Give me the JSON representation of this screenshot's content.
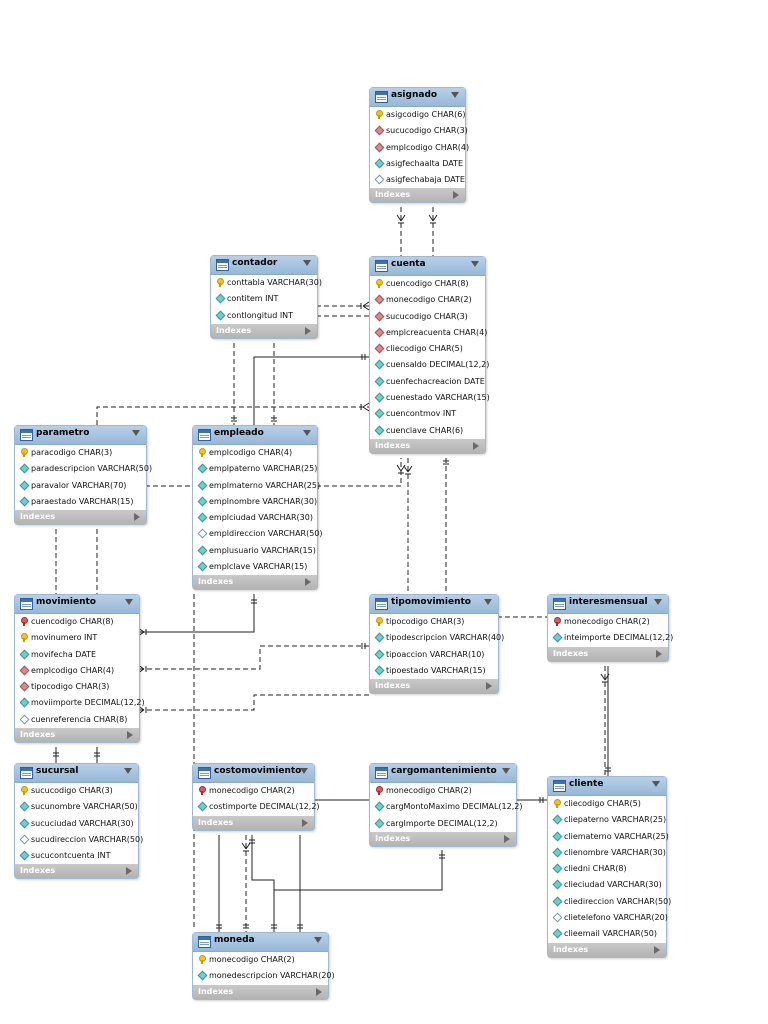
{
  "indexes_label": "Indexes",
  "tables": [
    {
      "id": "asignado",
      "name": "asignado",
      "columns": [
        {
          "text": "asigcodigo CHAR(6)",
          "icon": "pk"
        },
        {
          "text": "sucucodigo CHAR(3)",
          "icon": "fk"
        },
        {
          "text": "emplcodigo CHAR(4)",
          "icon": "fk"
        },
        {
          "text": "asigfechaalta DATE",
          "icon": "nn"
        },
        {
          "text": "asigfechabaja DATE",
          "icon": "col"
        }
      ]
    },
    {
      "id": "contador",
      "name": "contador",
      "columns": [
        {
          "text": "conttabla VARCHAR(30)",
          "icon": "pk"
        },
        {
          "text": "contitem INT",
          "icon": "nn"
        },
        {
          "text": "contlongitud INT",
          "icon": "nn"
        }
      ]
    },
    {
      "id": "cuenta",
      "name": "cuenta",
      "columns": [
        {
          "text": "cuencodigo CHAR(8)",
          "icon": "pk"
        },
        {
          "text": "monecodigo CHAR(2)",
          "icon": "fk"
        },
        {
          "text": "sucucodigo CHAR(3)",
          "icon": "fk"
        },
        {
          "text": "emplcreacuenta CHAR(4)",
          "icon": "fk"
        },
        {
          "text": "cliecodigo CHAR(5)",
          "icon": "fk"
        },
        {
          "text": "cuensaldo DECIMAL(12,2)",
          "icon": "nn"
        },
        {
          "text": "cuenfechacreacion DATE",
          "icon": "nn"
        },
        {
          "text": "cuenestado VARCHAR(15)",
          "icon": "nn"
        },
        {
          "text": "cuencontmov INT",
          "icon": "nn"
        },
        {
          "text": "cuenclave CHAR(6)",
          "icon": "nn"
        }
      ]
    },
    {
      "id": "parametro",
      "name": "parametro",
      "columns": [
        {
          "text": "paracodigo CHAR(3)",
          "icon": "pk"
        },
        {
          "text": "paradescripcion VARCHAR(50)",
          "icon": "nn"
        },
        {
          "text": "paravalor VARCHAR(70)",
          "icon": "nn"
        },
        {
          "text": "paraestado VARCHAR(15)",
          "icon": "nn"
        }
      ]
    },
    {
      "id": "empleado",
      "name": "empleado",
      "columns": [
        {
          "text": "emplcodigo CHAR(4)",
          "icon": "pk"
        },
        {
          "text": "emplpaterno VARCHAR(25)",
          "icon": "nn"
        },
        {
          "text": "emplmaterno VARCHAR(25)",
          "icon": "nn"
        },
        {
          "text": "emplnombre VARCHAR(30)",
          "icon": "nn"
        },
        {
          "text": "emplciudad VARCHAR(30)",
          "icon": "nn"
        },
        {
          "text": "empldireccion VARCHAR(50)",
          "icon": "col"
        },
        {
          "text": "emplusuario VARCHAR(15)",
          "icon": "nn"
        },
        {
          "text": "emplclave VARCHAR(15)",
          "icon": "nn"
        }
      ]
    },
    {
      "id": "movimiento",
      "name": "movimiento",
      "columns": [
        {
          "text": "cuencodigo CHAR(8)",
          "icon": "pf"
        },
        {
          "text": "movinumero INT",
          "icon": "pk"
        },
        {
          "text": "movifecha DATE",
          "icon": "nn"
        },
        {
          "text": "emplcodigo CHAR(4)",
          "icon": "fk"
        },
        {
          "text": "tipocodigo CHAR(3)",
          "icon": "fk"
        },
        {
          "text": "moviimporte DECIMAL(12,2)",
          "icon": "nn"
        },
        {
          "text": "cuenreferencia CHAR(8)",
          "icon": "col"
        }
      ]
    },
    {
      "id": "tipomovimiento",
      "name": "tipomovimiento",
      "columns": [
        {
          "text": "tipocodigo CHAR(3)",
          "icon": "pk"
        },
        {
          "text": "tipodescripcion VARCHAR(40)",
          "icon": "nn"
        },
        {
          "text": "tipoaccion VARCHAR(10)",
          "icon": "nn"
        },
        {
          "text": "tipoestado VARCHAR(15)",
          "icon": "nn"
        }
      ]
    },
    {
      "id": "interesmensual",
      "name": "interesmensual",
      "columns": [
        {
          "text": "monecodigo CHAR(2)",
          "icon": "pf"
        },
        {
          "text": "inteimporte DECIMAL(12,2)",
          "icon": "nn"
        }
      ]
    },
    {
      "id": "sucursal",
      "name": "sucursal",
      "columns": [
        {
          "text": "sucucodigo CHAR(3)",
          "icon": "pk"
        },
        {
          "text": "sucunombre VARCHAR(50)",
          "icon": "nn"
        },
        {
          "text": "sucuciudad VARCHAR(30)",
          "icon": "nn"
        },
        {
          "text": "sucudireccion VARCHAR(50)",
          "icon": "col"
        },
        {
          "text": "sucucontcuenta INT",
          "icon": "nn"
        }
      ]
    },
    {
      "id": "costomovimiento",
      "name": "costomovimiento",
      "columns": [
        {
          "text": "monecodigo CHAR(2)",
          "icon": "pf"
        },
        {
          "text": "costimporte DECIMAL(12,2)",
          "icon": "nn"
        }
      ]
    },
    {
      "id": "cargomantenimiento",
      "name": "cargomantenimiento",
      "columns": [
        {
          "text": "monecodigo CHAR(2)",
          "icon": "pf"
        },
        {
          "text": "cargMontoMaximo DECIMAL(12,2)",
          "icon": "nn"
        },
        {
          "text": "cargImporte DECIMAL(12,2)",
          "icon": "nn"
        }
      ]
    },
    {
      "id": "cliente",
      "name": "cliente",
      "columns": [
        {
          "text": "cliecodigo CHAR(5)",
          "icon": "pk"
        },
        {
          "text": "cliepaterno VARCHAR(25)",
          "icon": "nn"
        },
        {
          "text": "cliematerno VARCHAR(25)",
          "icon": "nn"
        },
        {
          "text": "clienombre VARCHAR(30)",
          "icon": "nn"
        },
        {
          "text": "cliedni CHAR(8)",
          "icon": "nn"
        },
        {
          "text": "clieciudad VARCHAR(30)",
          "icon": "nn"
        },
        {
          "text": "cliedireccion VARCHAR(50)",
          "icon": "nn"
        },
        {
          "text": "clietelefono VARCHAR(20)",
          "icon": "col"
        },
        {
          "text": "clieemail VARCHAR(50)",
          "icon": "nn"
        }
      ]
    },
    {
      "id": "moneda",
      "name": "moneda",
      "columns": [
        {
          "text": "monecodigo CHAR(2)",
          "icon": "pk"
        },
        {
          "text": "monedescripcion VARCHAR(20)",
          "icon": "nn"
        }
      ]
    }
  ]
}
